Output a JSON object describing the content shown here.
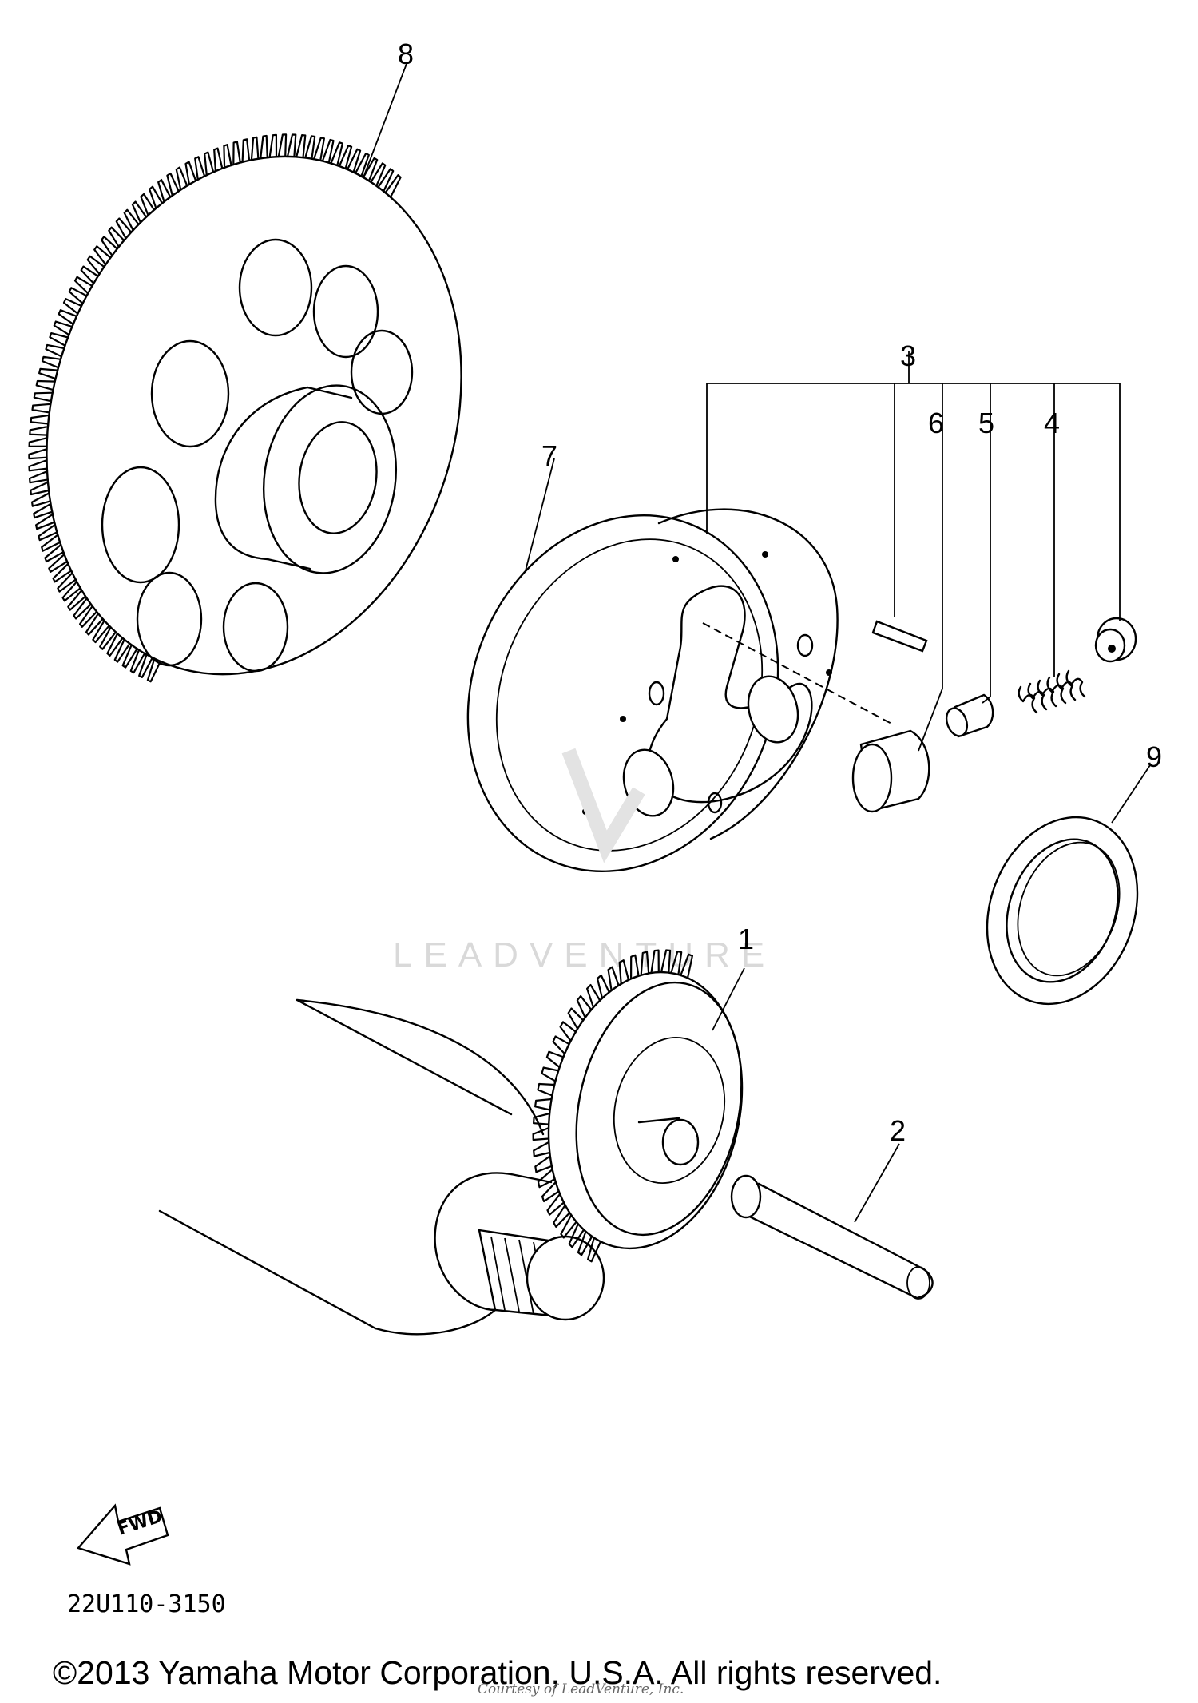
{
  "callouts": [
    {
      "id": "8",
      "label": "8"
    },
    {
      "id": "3",
      "label": "3"
    },
    {
      "id": "6",
      "label": "6"
    },
    {
      "id": "5",
      "label": "5"
    },
    {
      "id": "4",
      "label": "4"
    },
    {
      "id": "7",
      "label": "7"
    },
    {
      "id": "9",
      "label": "9"
    },
    {
      "id": "1",
      "label": "1"
    },
    {
      "id": "2",
      "label": "2"
    }
  ],
  "watermark": "LEADVENTURE",
  "direction_arrow": {
    "label": "FWD",
    "icon": "forward-arrow-icon"
  },
  "diagram_code": "22U110-3150",
  "copyright": "©2013 Yamaha Motor Corporation, U.S.A. All rights reserved.",
  "faint_credit": "Courtesy of LeadVenture, Inc."
}
